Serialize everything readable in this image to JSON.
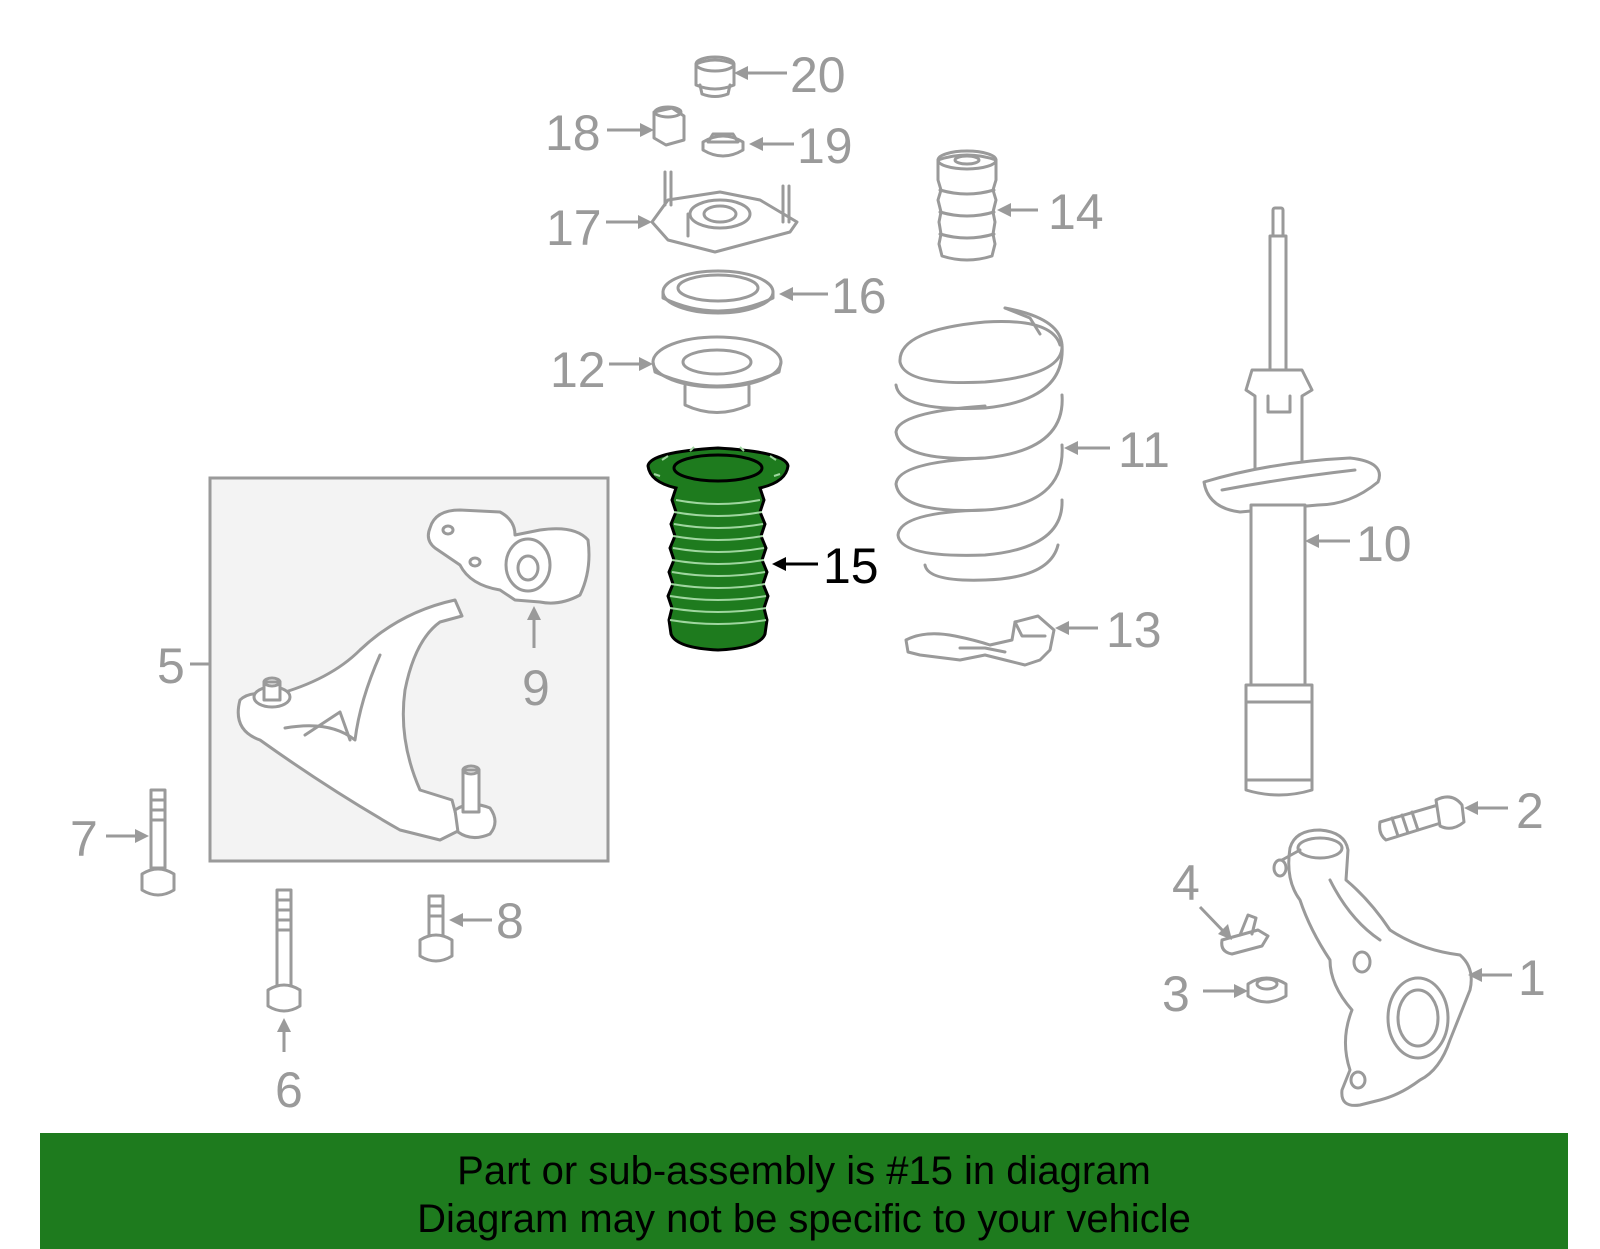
{
  "highlight_color": "#1e7b1e",
  "callouts": {
    "c1": "1",
    "c2": "2",
    "c3": "3",
    "c4": "4",
    "c5": "5",
    "c6": "6",
    "c7": "7",
    "c8": "8",
    "c9": "9",
    "c10": "10",
    "c11": "11",
    "c12": "12",
    "c13": "13",
    "c14": "14",
    "c15": "15",
    "c16": "16",
    "c17": "17",
    "c18": "18",
    "c19": "19",
    "c20": "20"
  },
  "highlighted_part": "15",
  "banner": {
    "line1": "Part or sub-assembly is #15 in diagram",
    "line2": "Diagram may not be specific to your vehicle"
  }
}
